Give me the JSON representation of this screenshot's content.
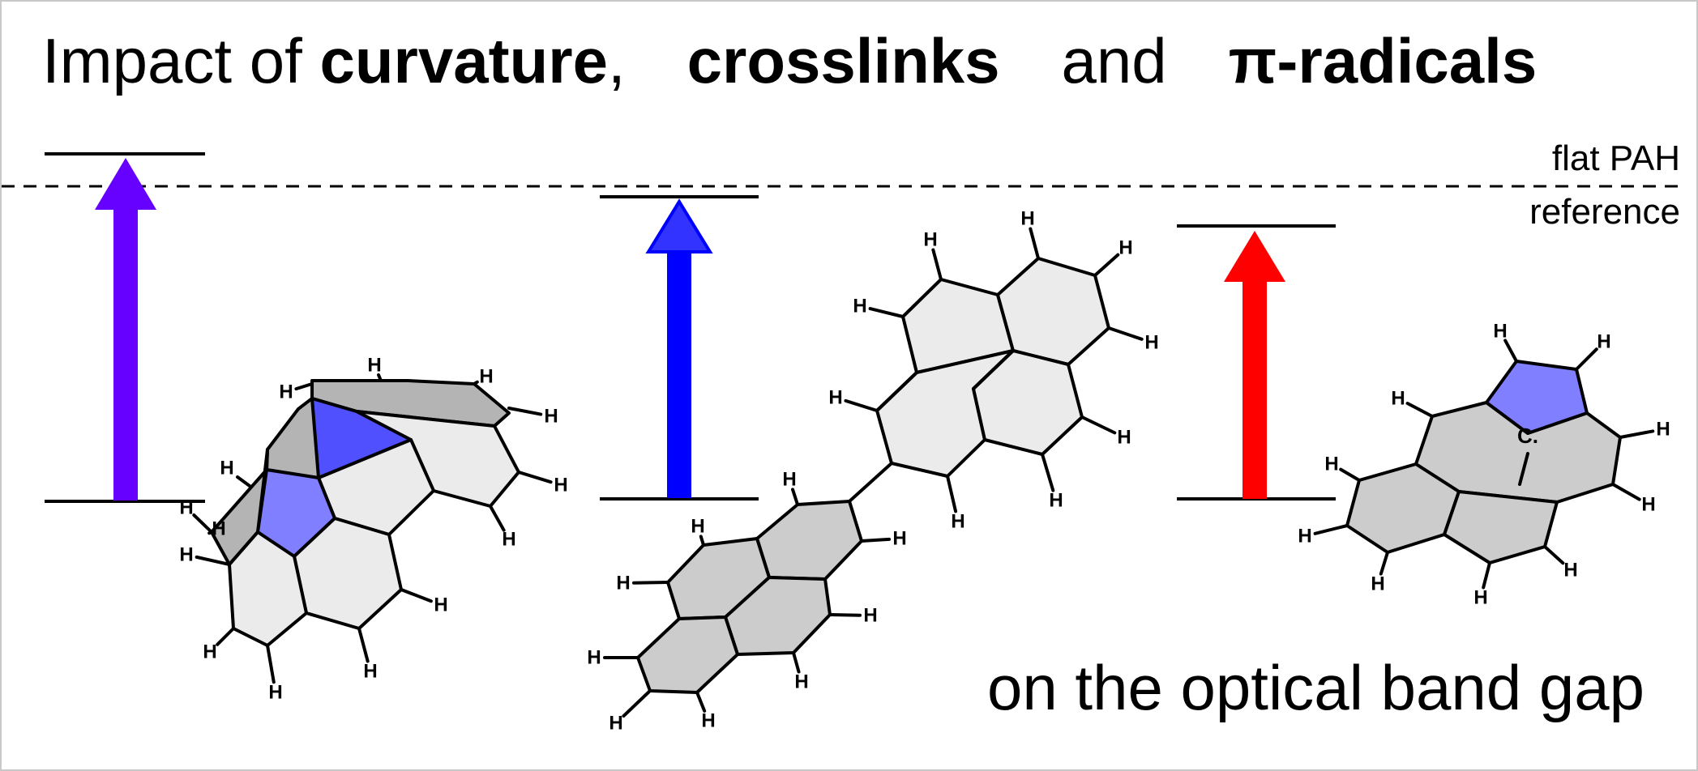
{
  "title": {
    "prefix": "Impact of ",
    "term1": "curvature",
    "comma": ",",
    "term2": "crosslinks",
    "conj": "and",
    "term3": "π-radicals"
  },
  "subtitle": "on the optical band gap",
  "reference": {
    "line1": "flat PAH",
    "line2": "reference"
  },
  "arrows": [
    {
      "name": "curvature",
      "color": "#6600ff"
    },
    {
      "name": "crosslinks",
      "color": "#0000ff"
    },
    {
      "name": "radicals",
      "color": "#ff0000"
    }
  ],
  "atom_label": "H",
  "radical_label": "C.",
  "colors": {
    "ring_light": "#ebebeb",
    "ring_gray": "#cccccc",
    "ring_dark": "#b4b4b4",
    "pentagon": "#7f7fff",
    "pentagon_dark": "#5050ff"
  }
}
